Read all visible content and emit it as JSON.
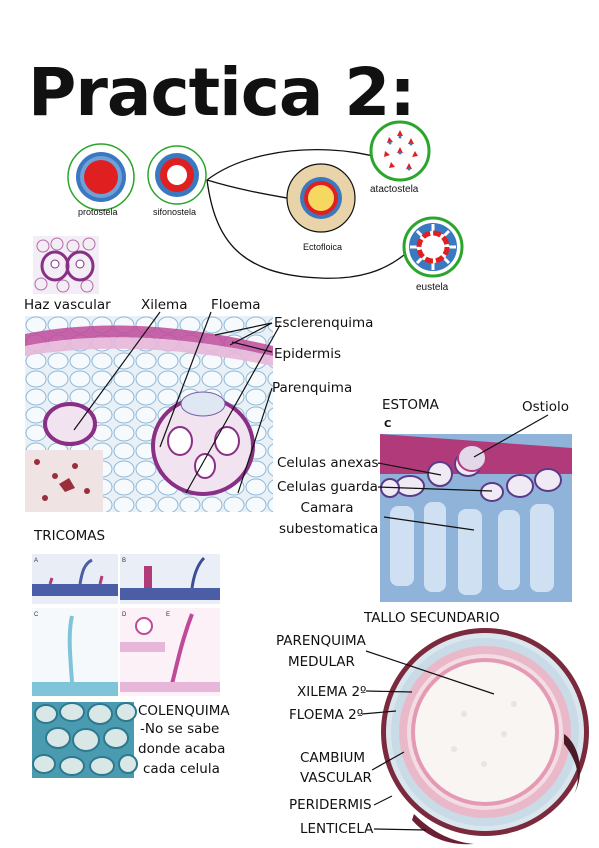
{
  "title": "Practica 2:",
  "stele": {
    "protostela": "protostela",
    "sifonostela": "sifonostela",
    "ectofloica": "Ectofloica",
    "atactostela": "atactostela",
    "eustela": "eustela"
  },
  "vascular": {
    "haz": "Haz vascular",
    "xilema": "Xilema",
    "floema": "Floema",
    "esclerenquima": "Esclerenquima",
    "epidermis": "Epidermis",
    "parenquima": "Parenquima"
  },
  "estoma": {
    "title": "ESTOMA",
    "panel_letter": "C",
    "ostiolo": "Ostiolo",
    "anexas": "Celulas anexas",
    "guarda": "Celulas guarda",
    "camara_1": "Camara",
    "camara_2": "subestomatica"
  },
  "tricomas": {
    "title": "TRICOMAS",
    "panels": [
      "A",
      "B",
      "C",
      "D",
      "E"
    ]
  },
  "colenquima": {
    "title": "COLENQUIMA",
    "line1": "-No se sabe",
    "line2": "donde acaba",
    "line3": "cada celula"
  },
  "tallo": {
    "title": "TALLO SECUNDARIO",
    "parenquima_1": "PARENQUIMA",
    "parenquima_2": "MEDULAR",
    "xilema": "XILEMA 2º",
    "floema": "FLOEMA 2º",
    "cambium_1": "CAMBIUM",
    "cambium_2": "VASCULAR",
    "peridermis": "PERIDERMIS",
    "lenticela": "LENTICELA"
  },
  "colors": {
    "stain_pink": "#c04a9a",
    "stain_blue": "#8fb8d8",
    "xylem_red": "#e02020",
    "phloem_blue": "#3a78c0",
    "ring_green": "#2ca52c",
    "cortex_tan": "#e8d4a8",
    "pith_yellow": "#f6d860"
  }
}
